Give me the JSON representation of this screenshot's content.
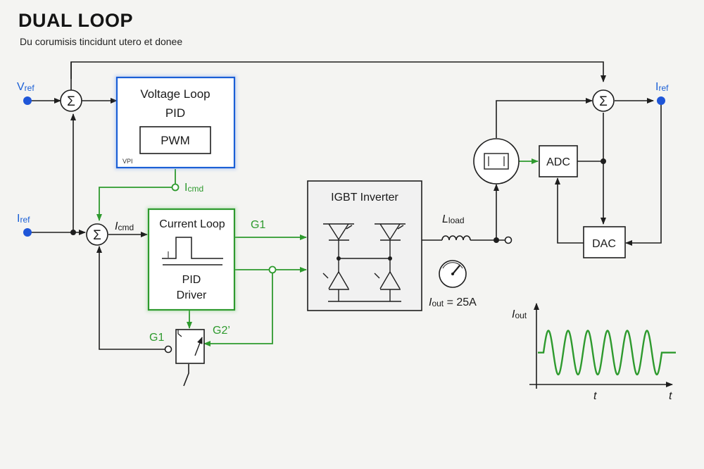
{
  "header": {
    "title": "DUAL LOOP",
    "subtitle": "Du corumisis tincidunt utero et donee"
  },
  "colors": {
    "line": "#1e1e1e",
    "signal_green": "#2e9a2e",
    "voltage_blue": "#1a5fd6",
    "node_blue": "#1f56d8",
    "box_fill": "#ffffff",
    "inverter_fill": "#f1f1f1"
  },
  "labels": {
    "vref": {
      "main": "V",
      "sub": "ref"
    },
    "iref_left": {
      "main": "I",
      "sub": "ref"
    },
    "iref_right": {
      "main": "I",
      "sub": "ref"
    },
    "icmd_top": {
      "main": "I",
      "sub": "cmd"
    },
    "icmd_mid": {
      "main": "I",
      "sub": "cmd"
    },
    "g1_top": "G1",
    "g1_bottom": "G1",
    "g2": "G2’",
    "lload": {
      "main": "L",
      "sub": "load"
    },
    "iout_reading": {
      "main": "I",
      "sub": "out",
      "rest": " = 25A"
    },
    "iout_axis": {
      "main": "I",
      "sub": "out"
    },
    "t_axis": "t",
    "t_right": "t",
    "sum_symbol": "Σ"
  },
  "blocks": {
    "voltage_loop": {
      "title": "Voltage Loop",
      "subtitle": "PID",
      "inner": "PWM",
      "tag": "VPI"
    },
    "current_loop": {
      "title": "Current Loop",
      "line1": "PID",
      "line2": "Driver"
    },
    "inverter": {
      "title": "IGBT Inverter"
    },
    "adc": "ADC",
    "dac": "DAC"
  },
  "waveform": {
    "cycles": 6,
    "baseline_fraction": 0.55,
    "amplitude_fraction": 0.4
  }
}
